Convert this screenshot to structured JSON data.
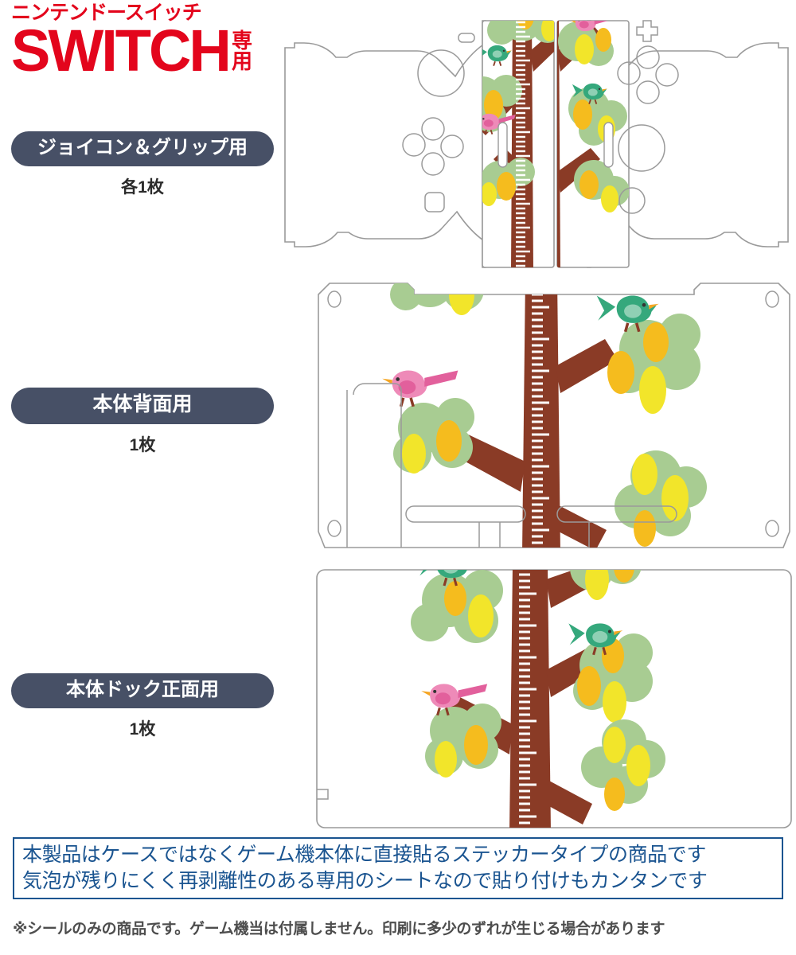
{
  "header": {
    "kana": "ニンテンドースイッチ",
    "brand": "SWITCH",
    "suffix": "専用",
    "brand_color": "#E3051C"
  },
  "sections": [
    {
      "id": "joycon-grip",
      "pill_label": "ジョイコン＆グリップ用",
      "count_label": "各1枚",
      "artwork": "tree-growth-chart"
    },
    {
      "id": "console-back",
      "pill_label": "本体背面用",
      "count_label": "1枚",
      "artwork": "tree-growth-chart"
    },
    {
      "id": "dock-front",
      "pill_label": "本体ドック正面用",
      "count_label": "1枚",
      "artwork": "tree-growth-chart"
    }
  ],
  "notice": {
    "line1": "本製品はケースではなくゲーム機本体に直接貼るステッカータイプの商品です",
    "line2": "気泡が残りにくく再剥離性のある専用のシートなので貼り付けもカンタンです",
    "border_color": "#1A5490",
    "text_color": "#1A5490"
  },
  "disclaimer": "※シールのみの商品です。ゲーム機当は付属しません。印刷に多少のずれが生じる場合があります",
  "palette": {
    "pill_bg": "#475066",
    "trunk_brown": "#8A3B26",
    "leaf_green": "#A8CC92",
    "lemon_gold": "#F5BC1E",
    "lemon_yellow": "#F2E52A",
    "bird_pink": "#EE8AB8",
    "bird_pink_dark": "#E2609C",
    "bird_green": "#35A87C",
    "bird_green_light": "#8FD0B4",
    "beak_orange": "#F5A623",
    "outline_gray": "#9A9A9A",
    "count_text": "#2B2B2B",
    "disclaimer_text": "#4D4D4D"
  },
  "artwork_elements": {
    "ruler_description": "white tick marks running vertically up the trunk",
    "birds": [
      "pink-bird",
      "green-bird"
    ],
    "fruit": "lemon"
  }
}
